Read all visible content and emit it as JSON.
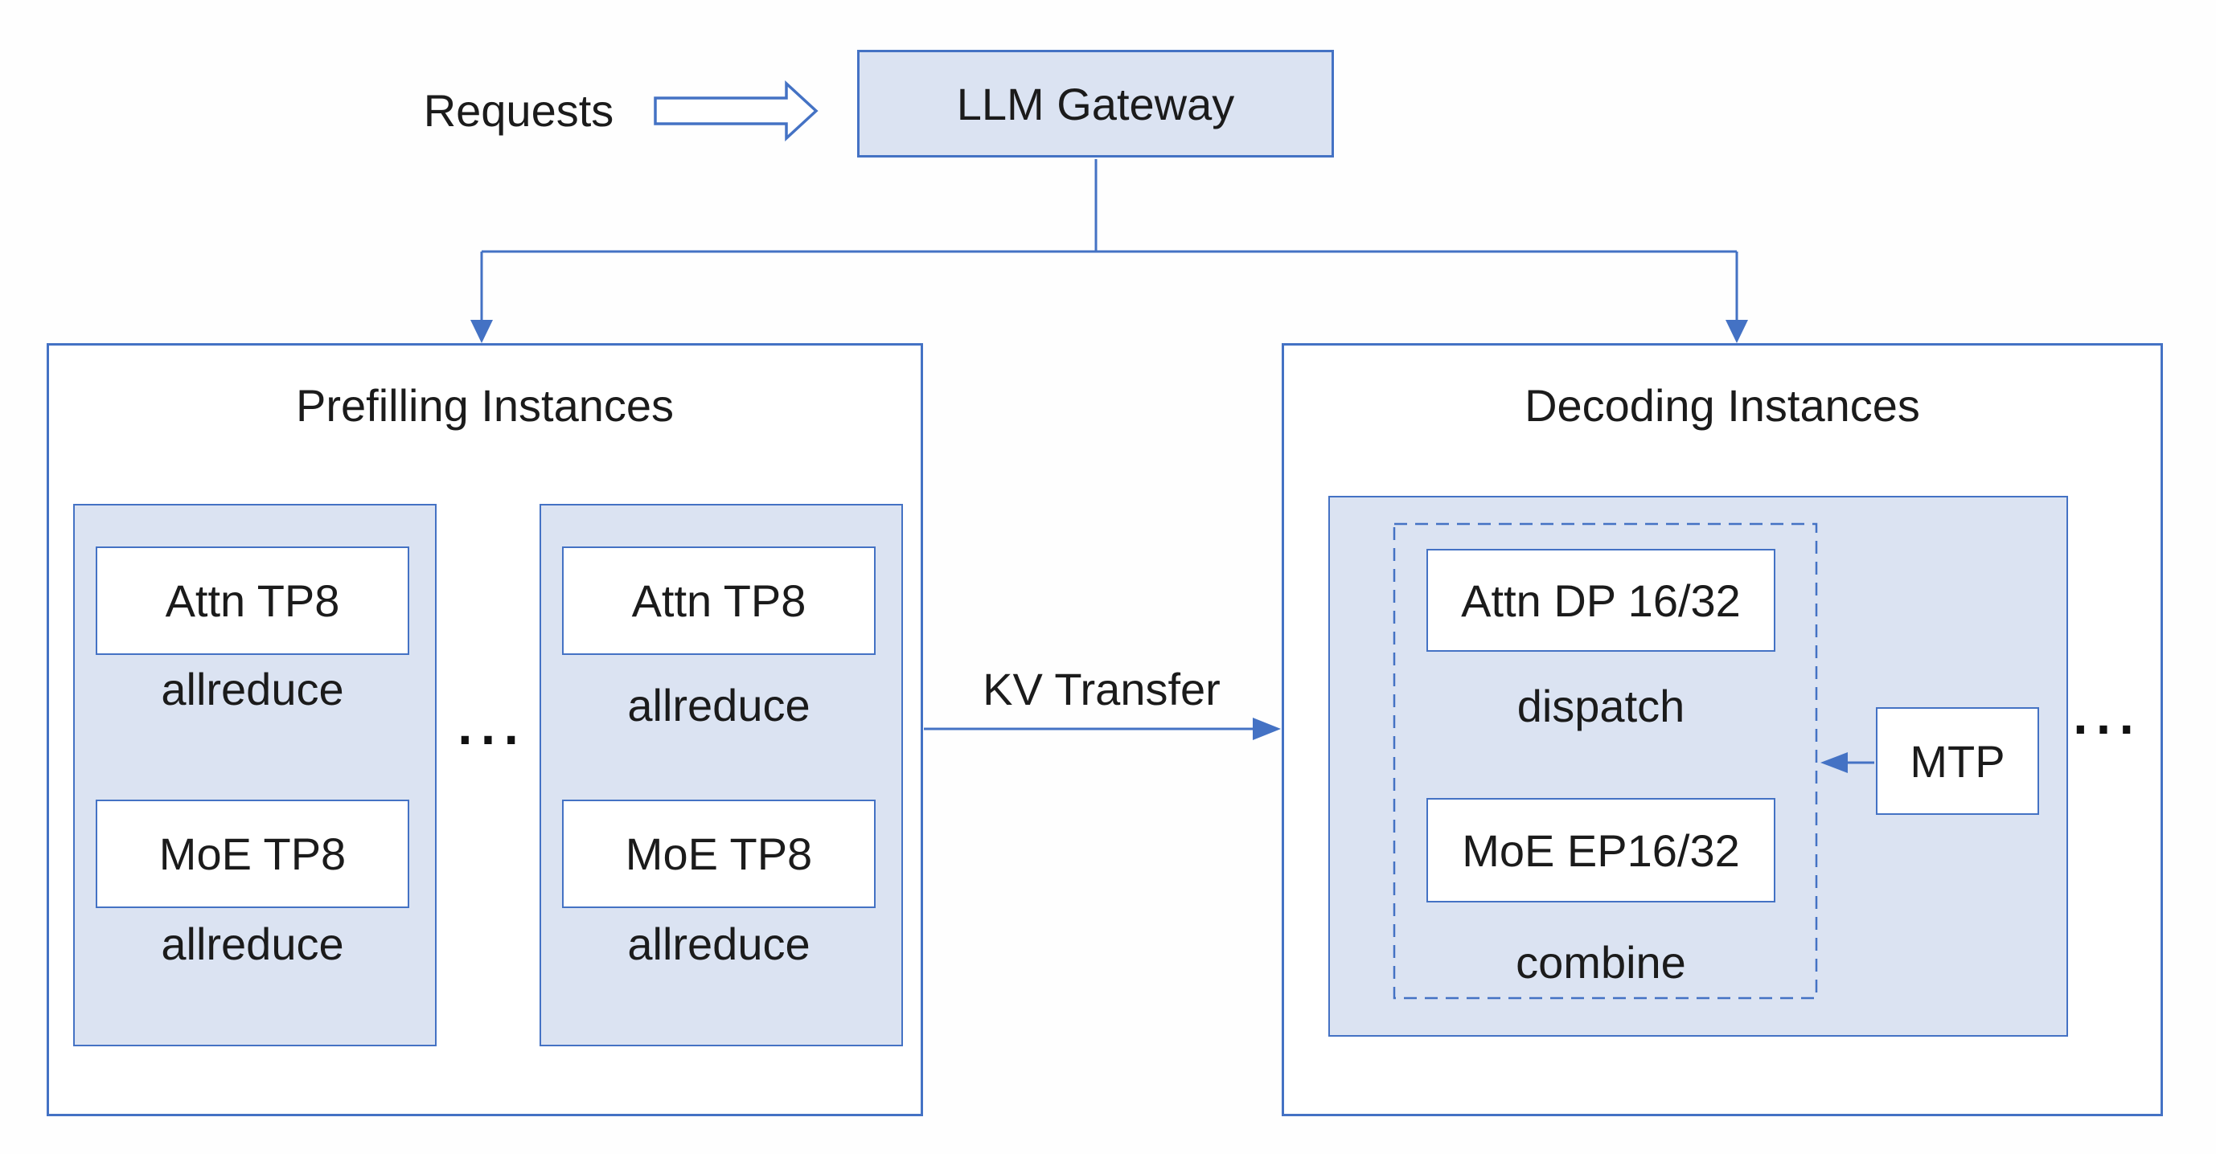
{
  "colors": {
    "accent": "#4472c4",
    "light_fill": "#dbe3f2",
    "text": "#1b1b1b",
    "background": "#fefefe"
  },
  "requests": {
    "label": "Requests"
  },
  "gateway": {
    "label": "LLM Gateway"
  },
  "prefilling": {
    "title": "Prefilling Instances",
    "ellipsis": "...",
    "instances": [
      {
        "blocks": [
          {
            "label": "Attn TP8",
            "op": "allreduce"
          },
          {
            "label": "MoE TP8",
            "op": "allreduce"
          }
        ]
      },
      {
        "blocks": [
          {
            "label": "Attn TP8",
            "op": "allreduce"
          },
          {
            "label": "MoE TP8",
            "op": "allreduce"
          }
        ]
      }
    ]
  },
  "kv_transfer": {
    "label": "KV Transfer"
  },
  "decoding": {
    "title": "Decoding Instances",
    "ellipsis": "...",
    "instance": {
      "blocks": [
        {
          "label": "Attn DP 16/32",
          "op": "dispatch"
        },
        {
          "label": "MoE EP16/32",
          "op": "combine"
        }
      ]
    },
    "mtp": {
      "label": "MTP"
    }
  }
}
